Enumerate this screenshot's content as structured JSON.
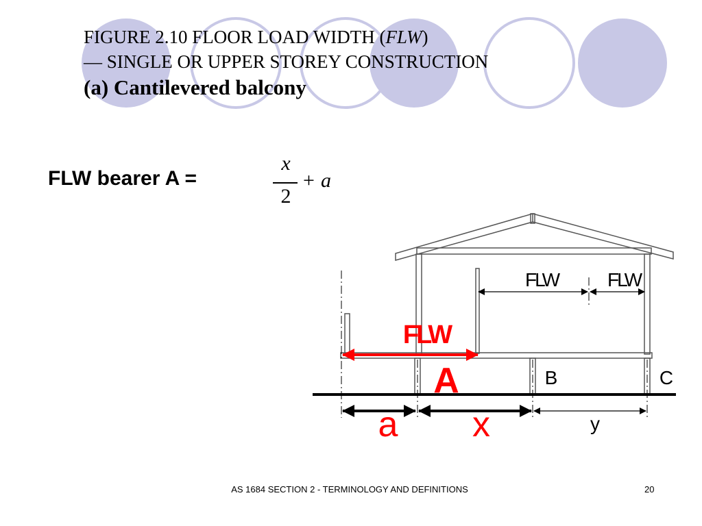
{
  "title": {
    "line1_prefix": "FIGURE  2.10   FLOOR LOAD WIDTH (",
    "line1_italic": "FLW",
    "line1_suffix": ")",
    "line2": "— SINGLE OR UPPER STOREY CONSTRUCTION",
    "line3": "(a)  Cantilevered balcony"
  },
  "formula": {
    "label": "FLW bearer A =",
    "numerator": "x",
    "denominator": "2",
    "plus": "+",
    "variable": "a"
  },
  "diagram": {
    "labels": {
      "flw_top_left": "FLW",
      "flw_top_right": "FLW",
      "flw_red": "FLW",
      "bearer_a": "A",
      "bearer_b": "B",
      "bearer_c": "C",
      "dim_a": "a",
      "dim_x": "x",
      "dim_y": "y"
    },
    "colors": {
      "accent": "#ff0000",
      "line": "#000000",
      "decor_circle": "#c8c8e6"
    }
  },
  "footer": {
    "text": "AS 1684  SECTION 2 - TERMINOLOGY AND DEFINITIONS",
    "page": "20"
  }
}
